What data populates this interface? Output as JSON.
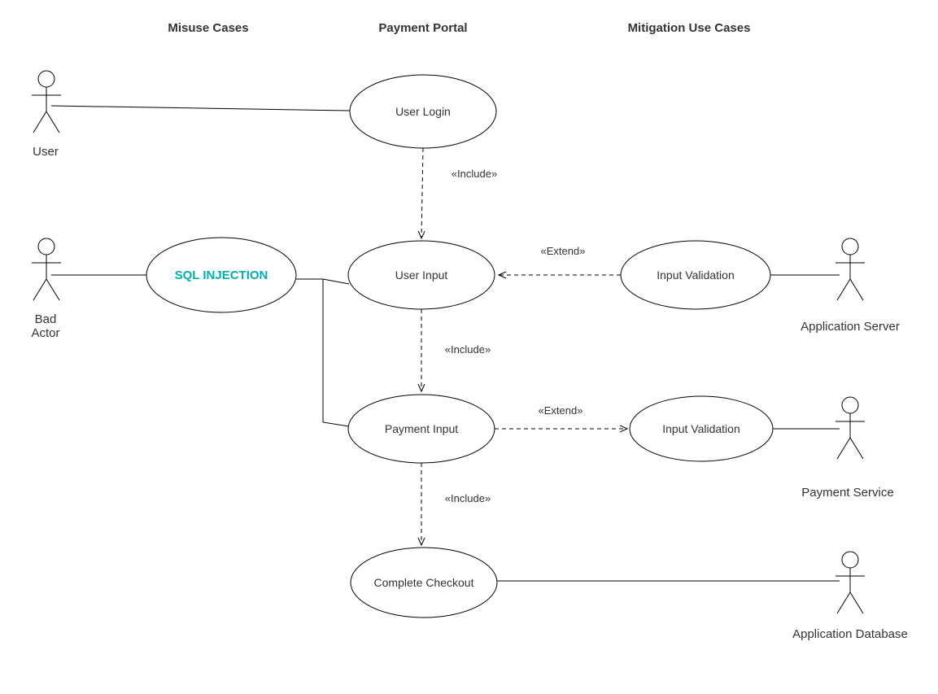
{
  "diagram": {
    "headers": {
      "misuse": "Misuse Cases",
      "portal": "Payment Portal",
      "mitigation": "Mitigation Use Cases"
    },
    "actors": {
      "user": {
        "label": "User"
      },
      "bad_actor": {
        "line1": "Bad",
        "line2": "Actor"
      },
      "application_server": {
        "label": "Application Server"
      },
      "payment_service": {
        "label": "Payment Service"
      },
      "application_database": {
        "label": "Application Database"
      }
    },
    "use_cases": {
      "user_login": {
        "label": "User Login"
      },
      "sql_injection": {
        "label": "SQL INJECTION"
      },
      "user_input": {
        "label": "User Input"
      },
      "input_validation_top": {
        "label": "Input Validation"
      },
      "payment_input": {
        "label": "Payment Input"
      },
      "input_validation_bottom": {
        "label": "Input Validation"
      },
      "complete_checkout": {
        "label": "Complete Checkout"
      }
    },
    "connectors": {
      "include_1": "«Include»",
      "include_2": "«Include»",
      "include_3": "«Include»",
      "extend_1": "«Extend»",
      "extend_2": "«Extend»"
    },
    "colors": {
      "line": "#000000",
      "text": "#333333",
      "accent": "#00b0b0"
    }
  }
}
